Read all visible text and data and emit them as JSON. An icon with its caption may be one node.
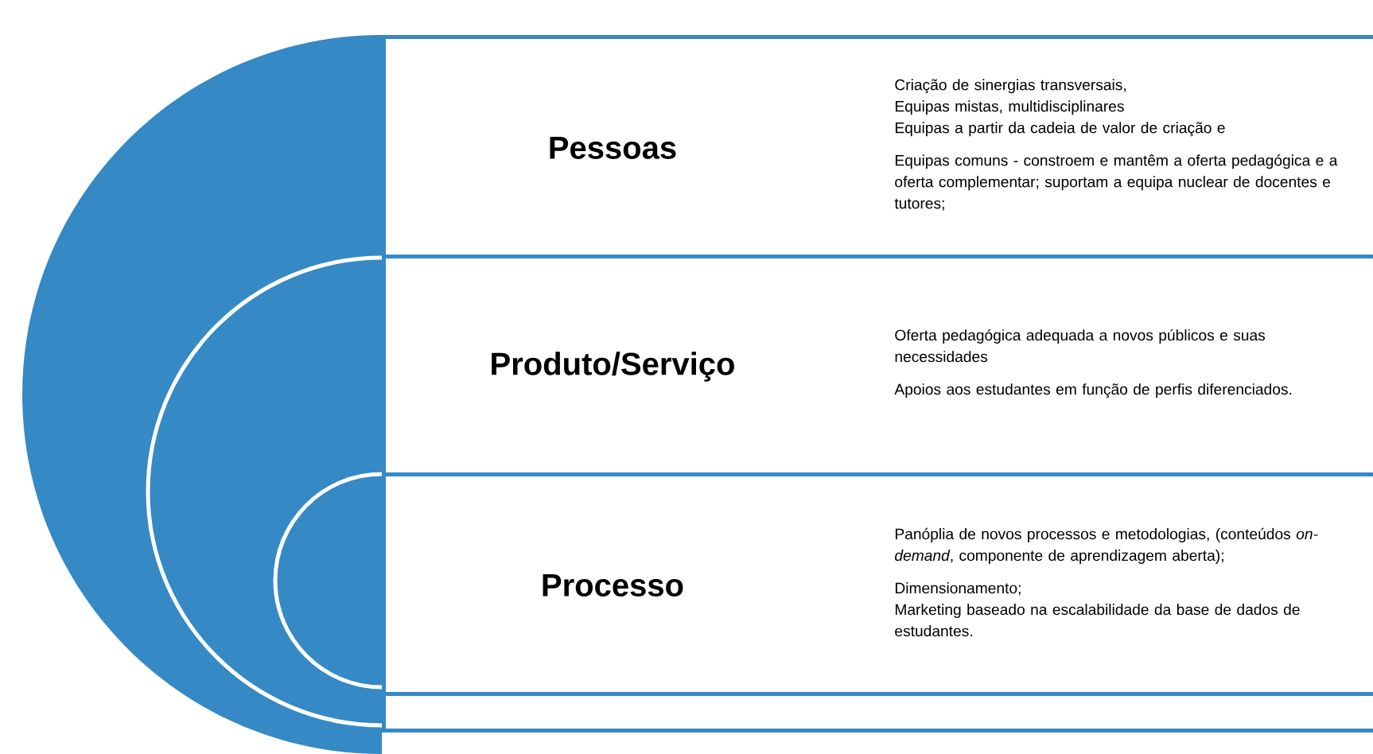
{
  "diagram": {
    "nodes": [
      {
        "text": [
          "Pessoas",
          "Criação de sinergias transversais,",
          "Equipas mistas, multidisciplinares",
          "Equipas a partir da cadeia de valor de criação e",
          "Equipas comuns - constroem e mantêm a oferta pedagógica e a oferta complementar; suportam a equipa nuclear de docentes e tutores;"
        ]
      },
      {
        "text": [
          "Produto/Serviço",
          "Oferta pedagógica adequada a novos públicos e suas necessidades",
          "Apoios aos estudantes em função de perfis diferenciados."
        ]
      },
      {
        "text": [
          "Processo",
          "Panóplia de novos processos e metodologias, (conteúdos *on-demand*, componente de aprendizagem aberta);",
          "Dimensionamento;",
          "Marketing baseado na escalabilidade da base de dados de estudantes."
        ]
      },
      {
        "text": [],
        "shape": "band"
      }
    ]
  }
}
